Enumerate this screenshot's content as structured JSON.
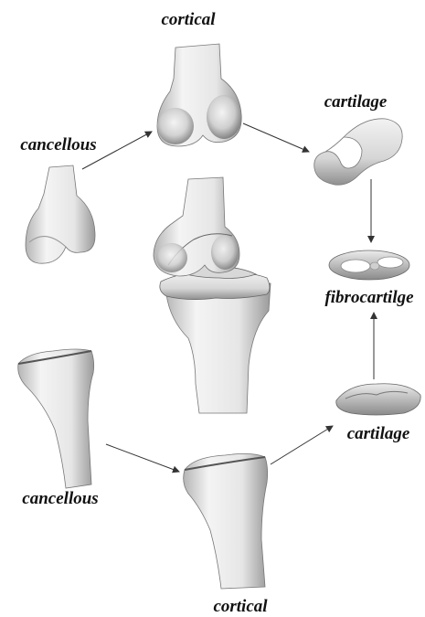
{
  "labels": {
    "femur_cortical": "cortical",
    "femur_cancellous": "cancellous",
    "femur_cartilage": "cartilage",
    "meniscus": "fibrocartilge",
    "tibia_cartilage": "cartilage",
    "tibia_cancellous": "cancellous",
    "tibia_cortical": "cortical"
  },
  "colors": {
    "bone_light": "#f2f2f2",
    "bone_mid": "#c9c9c9",
    "bone_dark": "#8a8a8a",
    "edge": "#555555",
    "arrow": "#333333"
  }
}
